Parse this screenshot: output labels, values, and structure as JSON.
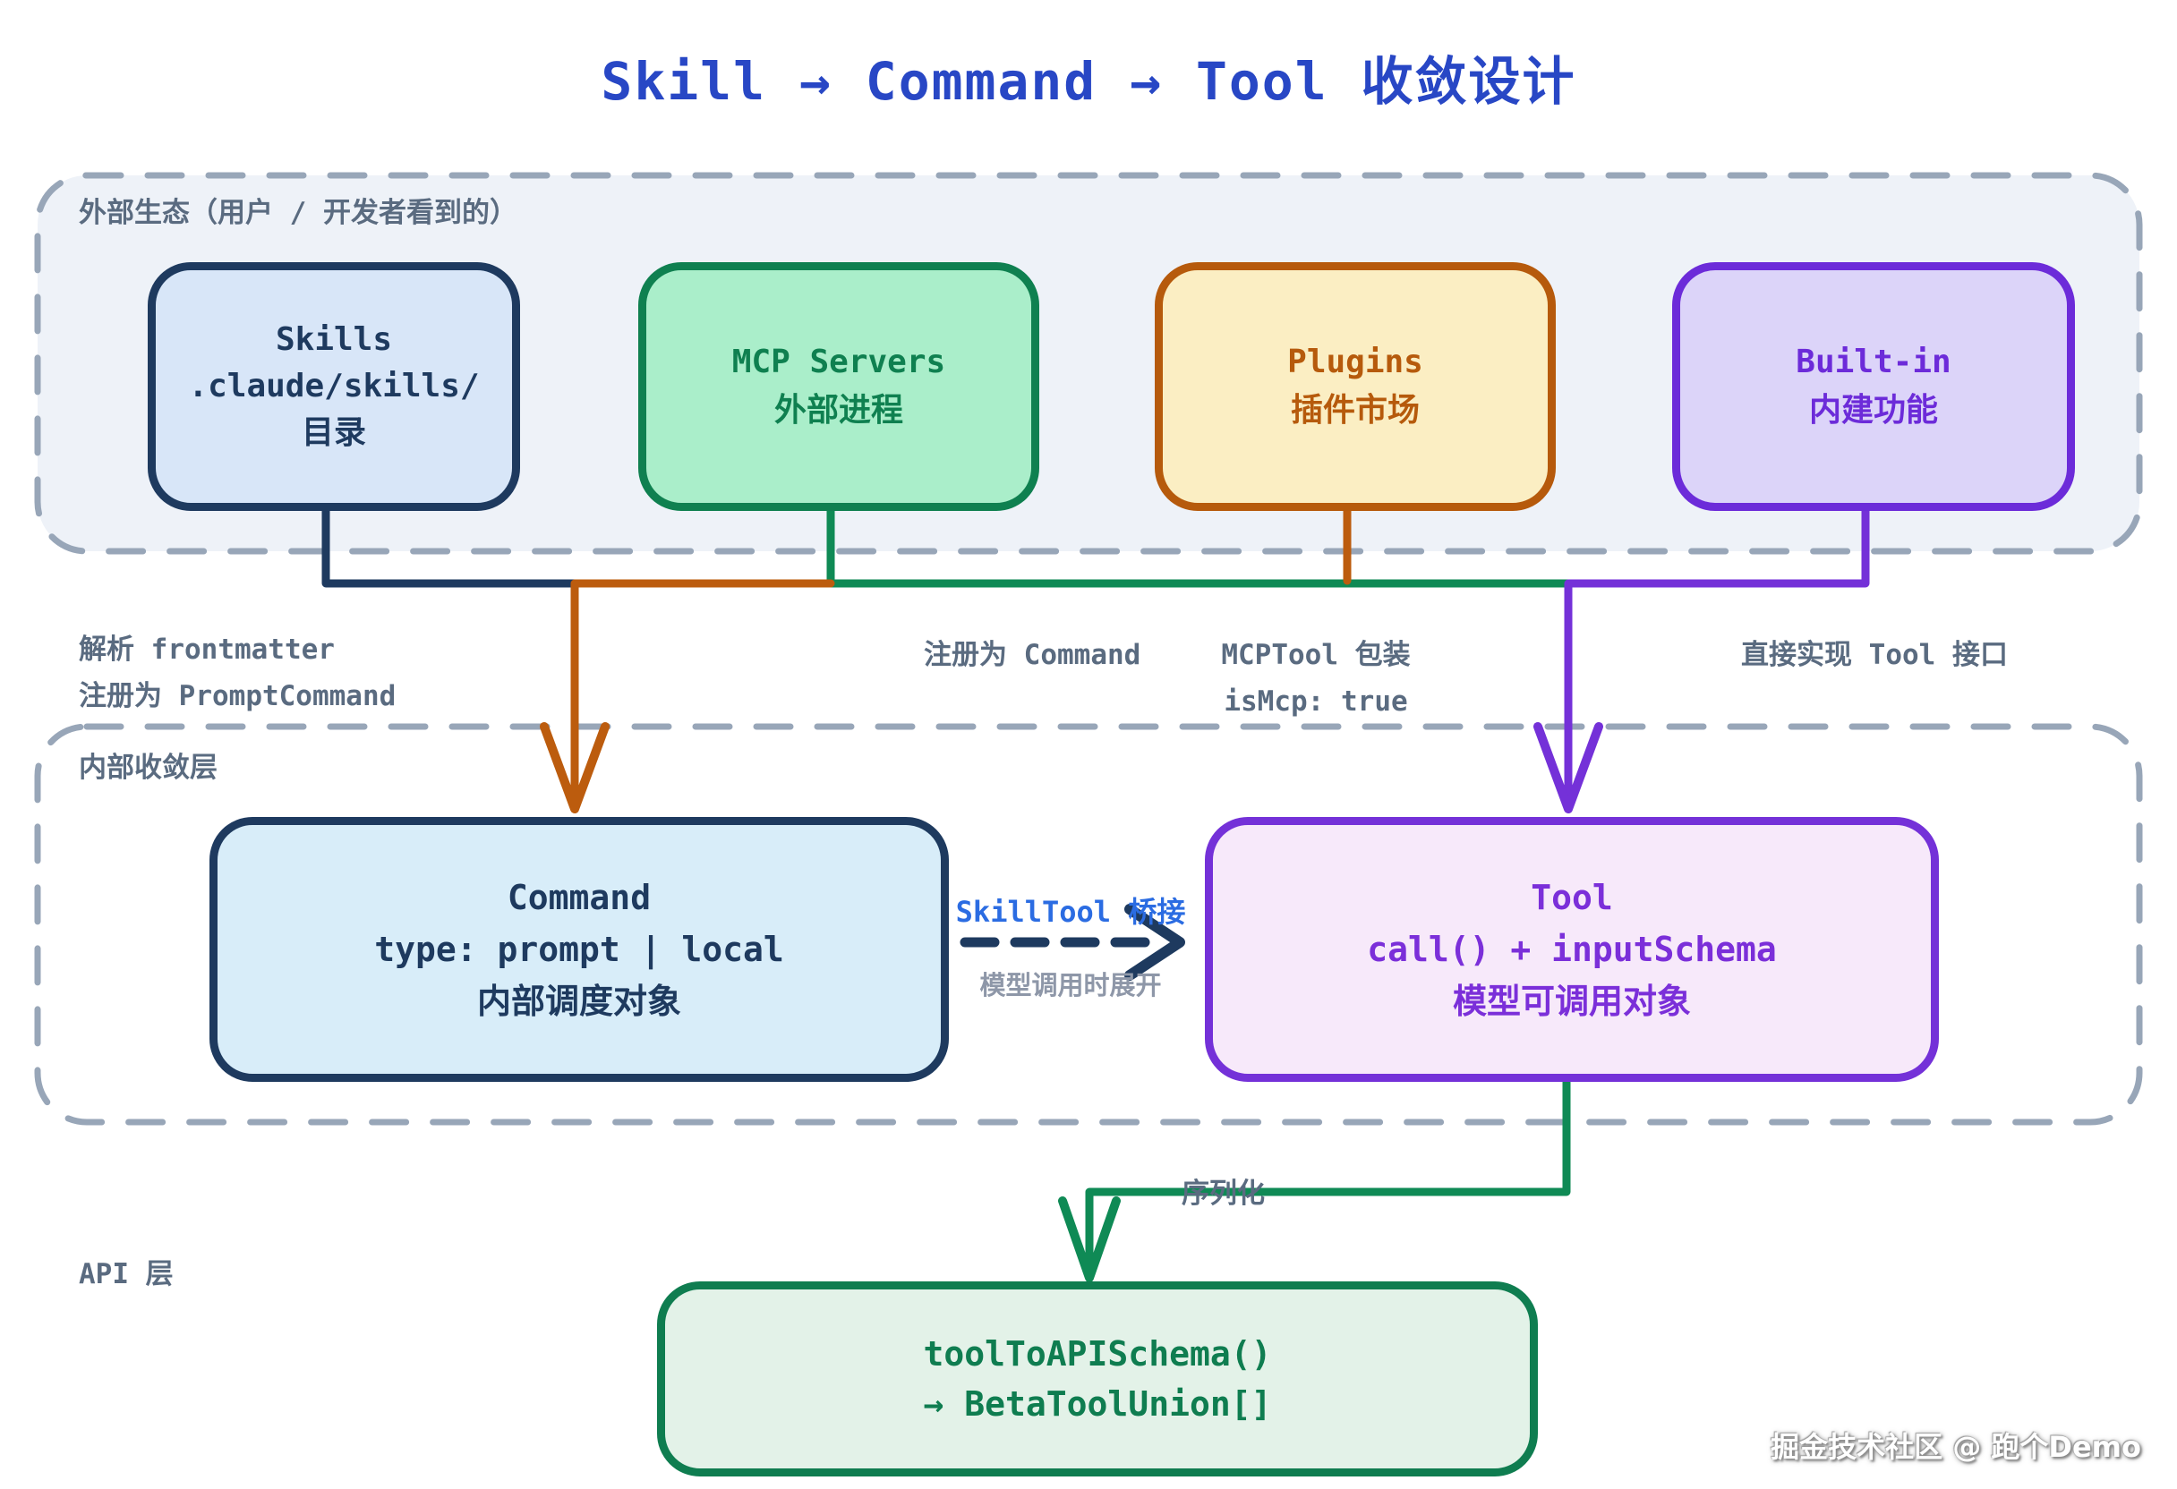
{
  "title": "Skill → Command → Tool 收敛设计",
  "colors": {
    "title_blue": "#2847c5",
    "navy": "#1e3a5f",
    "orange": "#bc5c0e",
    "green": "#0f8a55",
    "purple": "#7431d8",
    "gray_label": "#5a6b80",
    "dash_border": "#98a6b8",
    "layer1_fill": "#eef2f8",
    "skills_fill": "#d8e6f8",
    "mcp_fill": "#aaeeca",
    "mcp_text": "#0f8050",
    "plugins_fill": "#fbeec3",
    "plugins_text": "#b65a0c",
    "builtin_fill": "#dcd4f9",
    "builtin_text": "#6c2bd9",
    "command_fill": "#d8edf9",
    "tool_fill": "#f7e9fa",
    "tool_text": "#7b2fd9",
    "api_fill": "#e3f2e8",
    "api_text": "#0f7d50",
    "bridge_blue": "#2b6ce2",
    "bridge_gray": "#8e97a8",
    "watermark": "#ffffff"
  },
  "outer_layer": {
    "label": "外部生态（用户 / 开发者看到的）",
    "skills": {
      "lines": [
        "Skills",
        ".claude/skills/",
        "目录"
      ]
    },
    "mcp": {
      "lines": [
        "MCP Servers",
        "外部进程"
      ]
    },
    "plugins": {
      "lines": [
        "Plugins",
        "插件市场"
      ]
    },
    "builtin": {
      "lines": [
        "Built-in",
        "内建功能"
      ]
    }
  },
  "edge_labels": {
    "skills_line1": "解析 frontmatter",
    "skills_line2": "注册为 PromptCommand",
    "mcp": "注册为 Command",
    "plugins_line1": "MCPTool 包装",
    "plugins_line2": "isMcp: true",
    "builtin": "直接实现 Tool 接口"
  },
  "inner_layer": {
    "label": "内部收敛层",
    "command": {
      "lines": [
        "Command",
        "type: prompt | local",
        "内部调度对象"
      ]
    },
    "tool": {
      "lines": [
        "Tool",
        "call() + inputSchema",
        "模型可调用对象"
      ]
    },
    "bridge": {
      "top": "SkillTool 桥接",
      "bottom": "模型调用时展开"
    }
  },
  "api_layer": {
    "label": "API 层",
    "serialize": "序列化",
    "box": {
      "lines": [
        "toolToAPISchema()",
        "→ BetaToolUnion[]"
      ]
    }
  },
  "watermark": "掘金技术社区 @ 跑个Demo"
}
